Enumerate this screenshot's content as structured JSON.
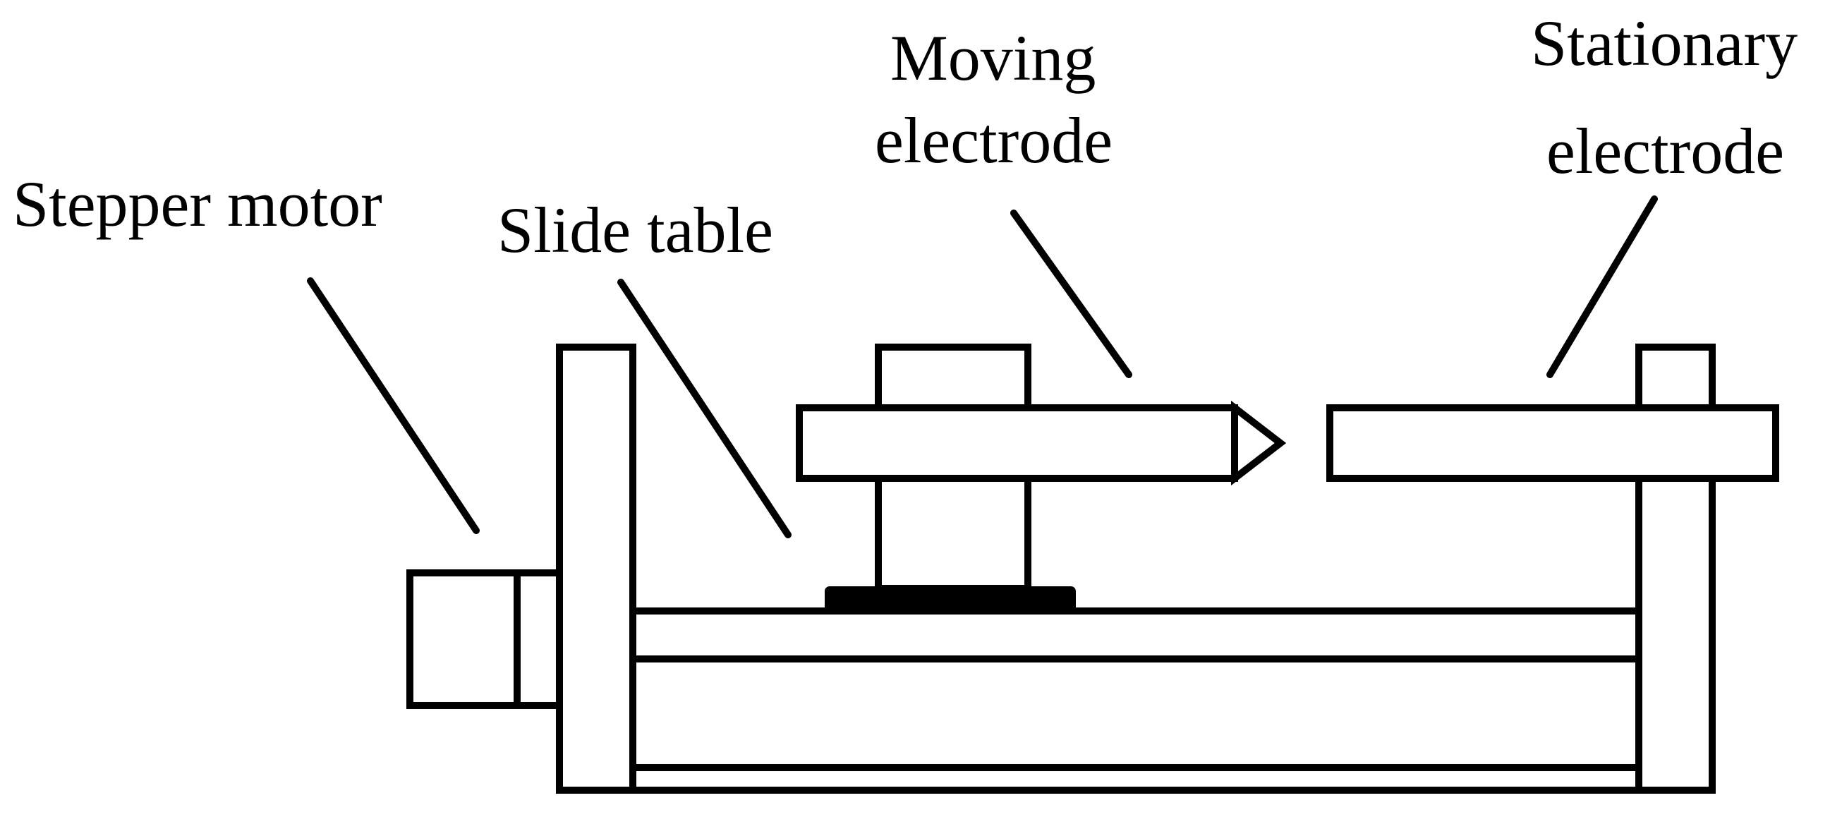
{
  "labels": {
    "stepper_motor": "Stepper motor",
    "slide_table": "Slide table",
    "moving_electrode_line1": "Moving",
    "moving_electrode_line2": "electrode",
    "stationary_electrode_line1": "Stationary",
    "stationary_electrode_line2": "electrode"
  },
  "colors": {
    "line": "#000000",
    "background": "#ffffff"
  }
}
